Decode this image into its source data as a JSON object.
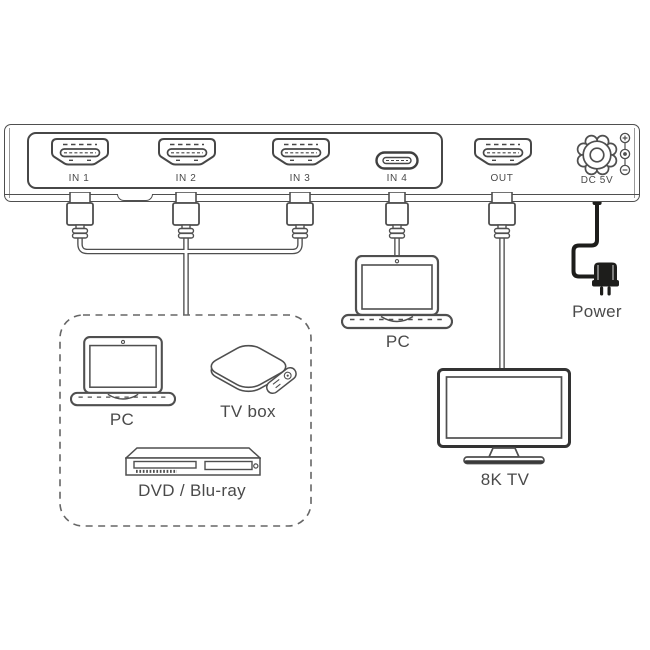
{
  "device": {
    "ports": [
      {
        "label": "IN 1",
        "icon": "hdmi-port-icon"
      },
      {
        "label": "IN 2",
        "icon": "hdmi-port-icon"
      },
      {
        "label": "IN 3",
        "icon": "hdmi-port-icon"
      },
      {
        "label": "IN 4",
        "icon": "usb-c-port-icon"
      },
      {
        "label": "OUT",
        "icon": "hdmi-port-icon"
      },
      {
        "label": "DC 5V",
        "icon": "dc-jack-icon"
      }
    ],
    "polarity_icon": "center-positive-polarity-icon"
  },
  "connections": {
    "input_group": {
      "devices": [
        {
          "label": "PC",
          "icon": "laptop-icon"
        },
        {
          "label": "TV box",
          "icon": "tv-box-icon"
        },
        {
          "label": "DVD / Blu-ray",
          "icon": "dvd-player-icon"
        }
      ]
    },
    "in4_device": {
      "label": "PC",
      "icon": "laptop-icon"
    },
    "out_device": {
      "label": "8K TV",
      "icon": "tv-icon"
    },
    "power": {
      "label": "Power",
      "icon": "power-adapter-icon"
    }
  },
  "colors": {
    "line": "#4f4f4f",
    "text": "#4a4a4a",
    "dark": "#1d1d1b"
  }
}
